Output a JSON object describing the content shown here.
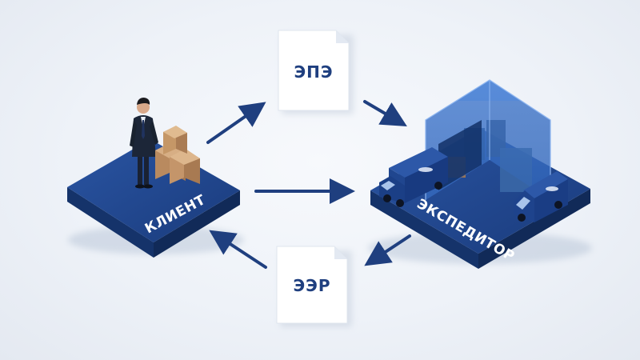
{
  "documents": {
    "top": {
      "label": "ЭПЭ"
    },
    "bottom": {
      "label": "ЭЭР"
    }
  },
  "platforms": {
    "client": {
      "label": "КЛИЕНТ"
    },
    "forwarder": {
      "label": "ЭКСПЕДИТОР"
    }
  },
  "colors": {
    "platform": "#1d4287",
    "arrow": "#1f3f7f",
    "document_text": "#1f3f7f"
  }
}
